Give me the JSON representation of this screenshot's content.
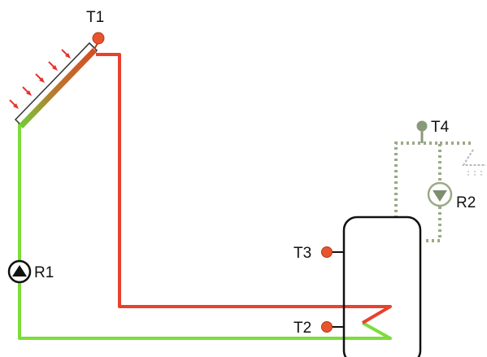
{
  "labels": {
    "t1": "T1",
    "t2": "T2",
    "t3": "T3",
    "t4": "T4",
    "r1": "R1",
    "r2": "R2"
  },
  "icons": {
    "collector": "solar-collector-icon",
    "sun_rays": "sun-ray-arrows-icon",
    "pump_primary": "circulation-pump-icon",
    "pump_secondary": "circulation-pump-icon",
    "tank": "storage-tank-icon",
    "heat_exchanger": "coil-heat-exchanger-icon",
    "shower": "shower-head-icon",
    "sensor": "temperature-sensor-icon"
  },
  "colors": {
    "hot_line": "#e8412c",
    "cold_line": "#7ddc3a",
    "sensor": "#e8552c",
    "sensor_outline": "#b03a1a",
    "secondary_line": "#9aaa88",
    "secondary_sensor": "#8a9a78",
    "tank_outline": "#111111",
    "arrow": "#e8332a"
  }
}
